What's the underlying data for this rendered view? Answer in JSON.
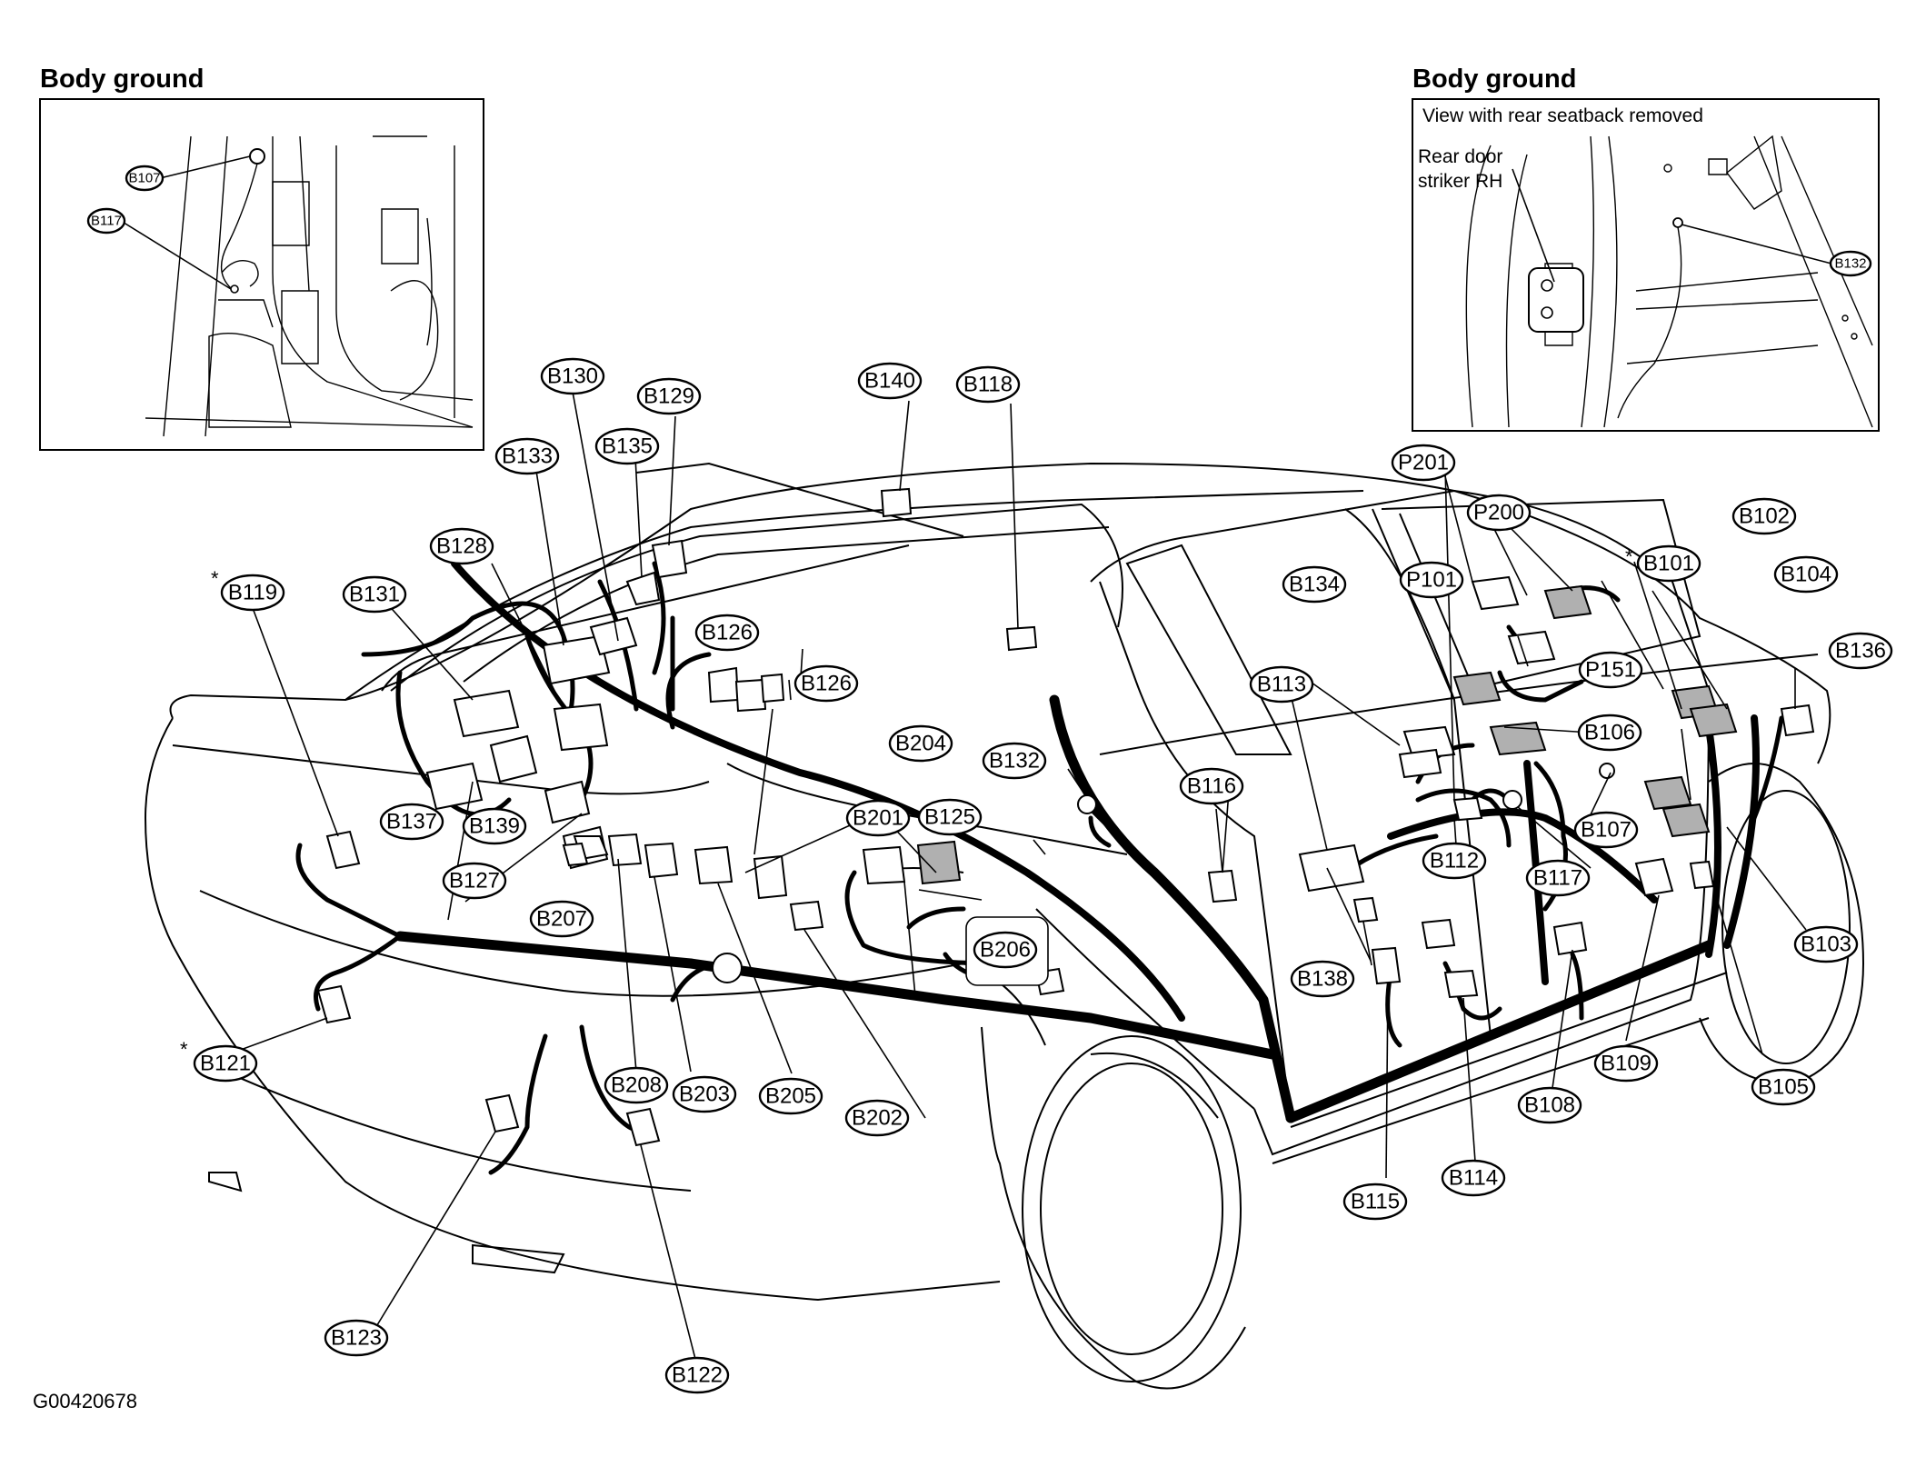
{
  "insets": {
    "left": {
      "title": "Body ground",
      "labels": [
        "B107",
        "B117"
      ]
    },
    "right": {
      "title": "Body ground",
      "caption": "View with rear seatback removed",
      "note_line1": "Rear door",
      "note_line2": "striker RH",
      "labels": [
        "B132"
      ]
    }
  },
  "connectors": [
    "B101",
    "B102",
    "B103",
    "B104",
    "B105",
    "B106",
    "B107",
    "B108",
    "B109",
    "B112",
    "B113",
    "B114",
    "B115",
    "B116",
    "B117",
    "B118",
    "B119",
    "B121",
    "B122",
    "B123",
    "B125",
    "B126",
    "B126",
    "B127",
    "B128",
    "B129",
    "B130",
    "B131",
    "B132",
    "B133",
    "B134",
    "B135",
    "B136",
    "B137",
    "B138",
    "B139",
    "B140",
    "B201",
    "B202",
    "B203",
    "B204",
    "B205",
    "B206",
    "B207",
    "B208",
    "P101",
    "P151",
    "P200",
    "P201"
  ],
  "star_mark": "*",
  "figure_code": "G00420678"
}
